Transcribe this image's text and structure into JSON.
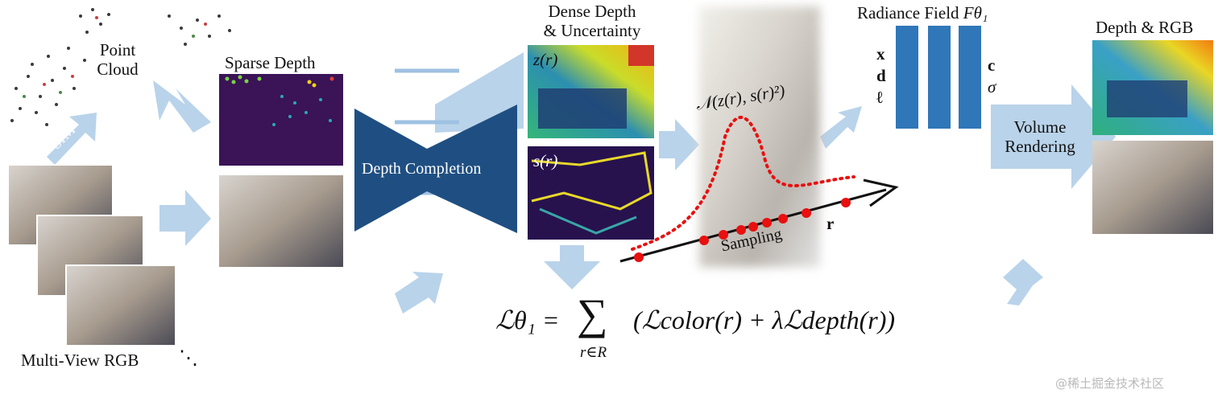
{
  "labels": {
    "point_cloud_line1": "Point",
    "point_cloud_line2": "Cloud",
    "sfm": "SfM",
    "sparse_depth": "Sparse Depth",
    "multi_view_rgb": "Multi-View RGB",
    "ellipsis": "⋱",
    "depth_completion": "Depth Completion",
    "dense_depth_line1": "Dense Depth",
    "dense_depth_line2": "& Uncertainty",
    "z_r": "z(r)",
    "s_r": "s(r)",
    "gaussian": "𝒩(z(r), s(r)²)",
    "sampling": "Sampling",
    "ray_r": "r",
    "radiance_field": "Radiance Field",
    "radiance_symbol": "Fθ₁",
    "input_x": "x",
    "input_d": "d",
    "input_l": "ℓ",
    "output_c": "c",
    "output_sigma": "σ",
    "volume_line1": "Volume",
    "volume_line2": "Rendering",
    "depth_rgb": "Depth & RGB",
    "loss_lhs": "ℒθ₁ =",
    "loss_sum": "∑",
    "loss_sub": "r∈R",
    "loss_rhs": "(ℒcolor(r) + λℒdepth(r))",
    "watermark": "@稀土掘金技术社区"
  },
  "colors": {
    "arrow": "#b9d3ea",
    "network": "#1f4f82",
    "mlp": "#2f77b8",
    "sample_points": "#e81010",
    "background": "#ffffff"
  }
}
